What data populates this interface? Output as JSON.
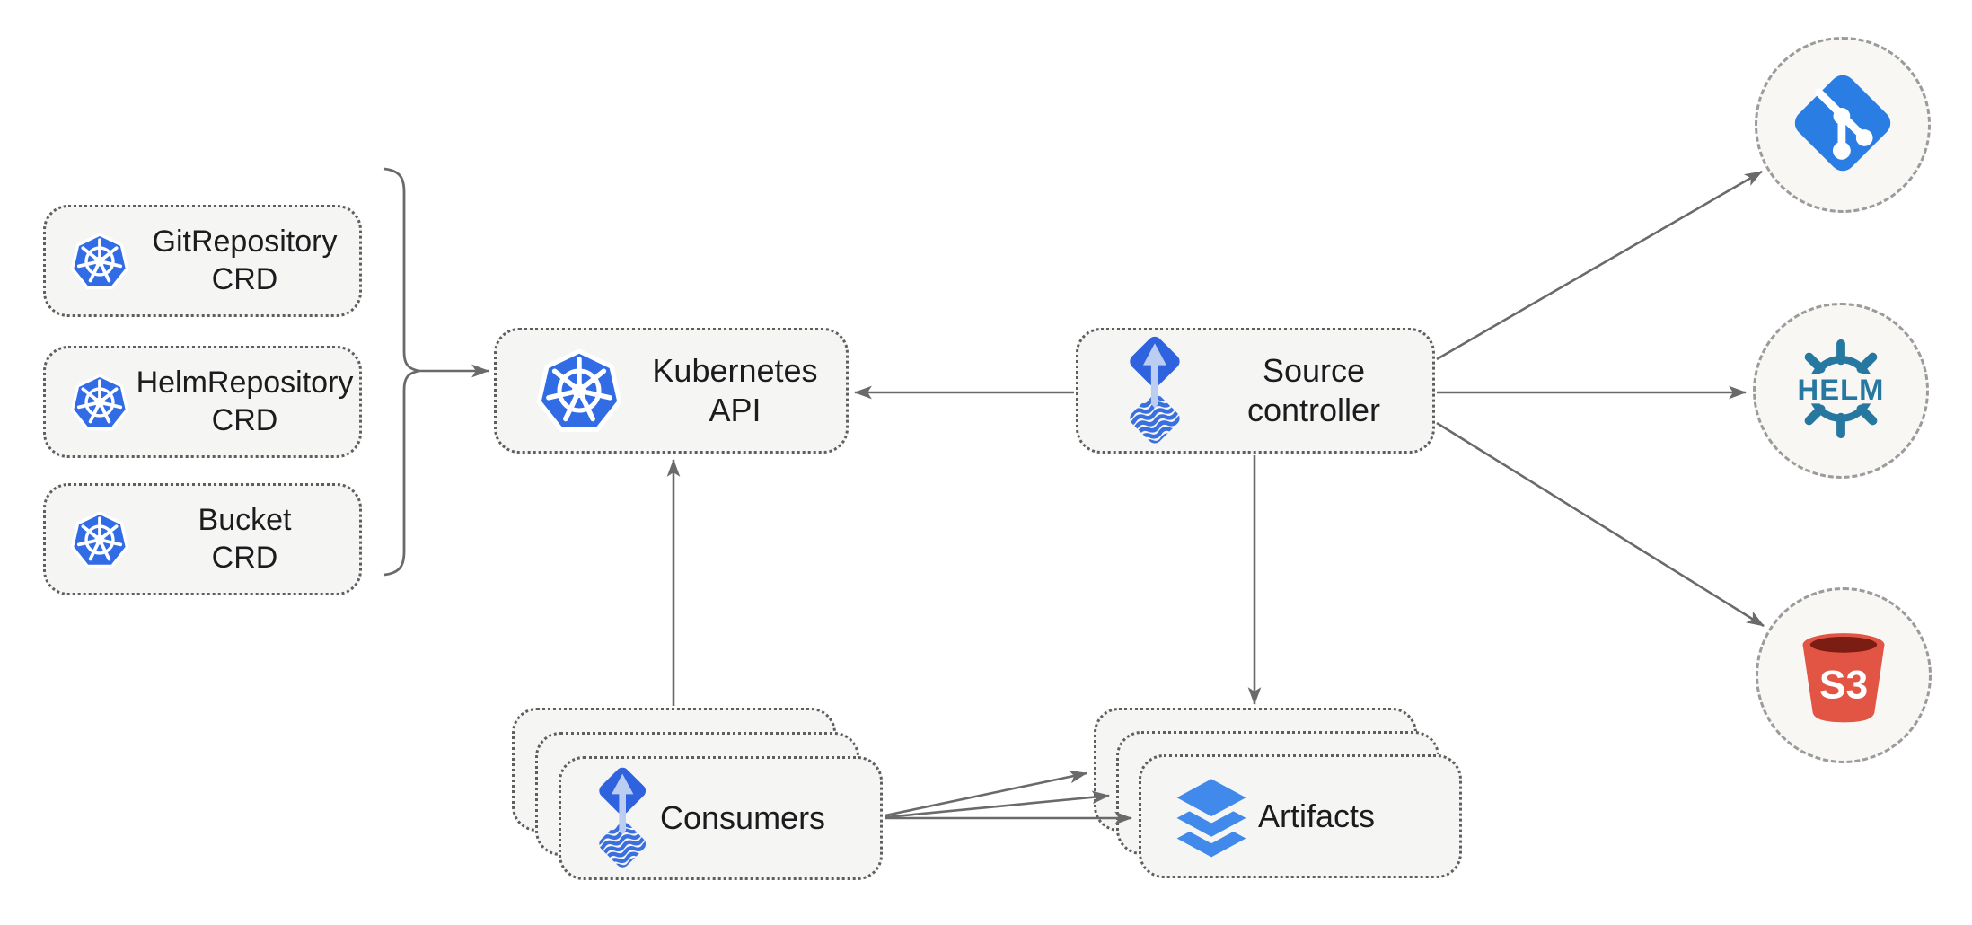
{
  "nodes": {
    "crd_boxes": [
      {
        "id": "gitrepository-crd",
        "line1": "GitRepository",
        "line2": "CRD"
      },
      {
        "id": "helmrepository-crd",
        "line1": "HelmRepository",
        "line2": "CRD"
      },
      {
        "id": "bucket-crd",
        "line1": "Bucket",
        "line2": "CRD"
      }
    ],
    "kubernetes_api": {
      "label": "Kubernetes API"
    },
    "source_controller": {
      "line1": "Source",
      "line2": "controller"
    },
    "consumers": {
      "label": "Consumers"
    },
    "artifacts": {
      "label": "Artifacts"
    }
  },
  "endpoints": {
    "git": {
      "icon": "git-icon"
    },
    "helm": {
      "icon": "helm-icon",
      "label": "HELM"
    },
    "s3": {
      "icon": "s3-bucket-icon",
      "label": "S3"
    }
  },
  "icons": {
    "kubernetes": "kubernetes-wheel-icon",
    "flux_source": "flux-arrow-wave-icon",
    "artifact_layers": "layers-icon",
    "git": "git-branch-icon",
    "helm": "helm-wheel-icon",
    "s3": "s3-bucket-icon"
  },
  "colors": {
    "kubernetes_blue": "#326CE5",
    "flux_blue": "#2f62de",
    "flux_light_arrow": "#bccdf2",
    "artifact_blue": "#4189ea",
    "git_blue": "#2a7de2",
    "helm_teal": "#2778a0",
    "s3_red": "#e25444",
    "s3_dark_red": "#7b1d13",
    "arrow_gray": "#6a6a6a",
    "node_fill": "#f5f5f3",
    "circle_fill": "#f8f7f4",
    "text": "#1c1c1e"
  }
}
